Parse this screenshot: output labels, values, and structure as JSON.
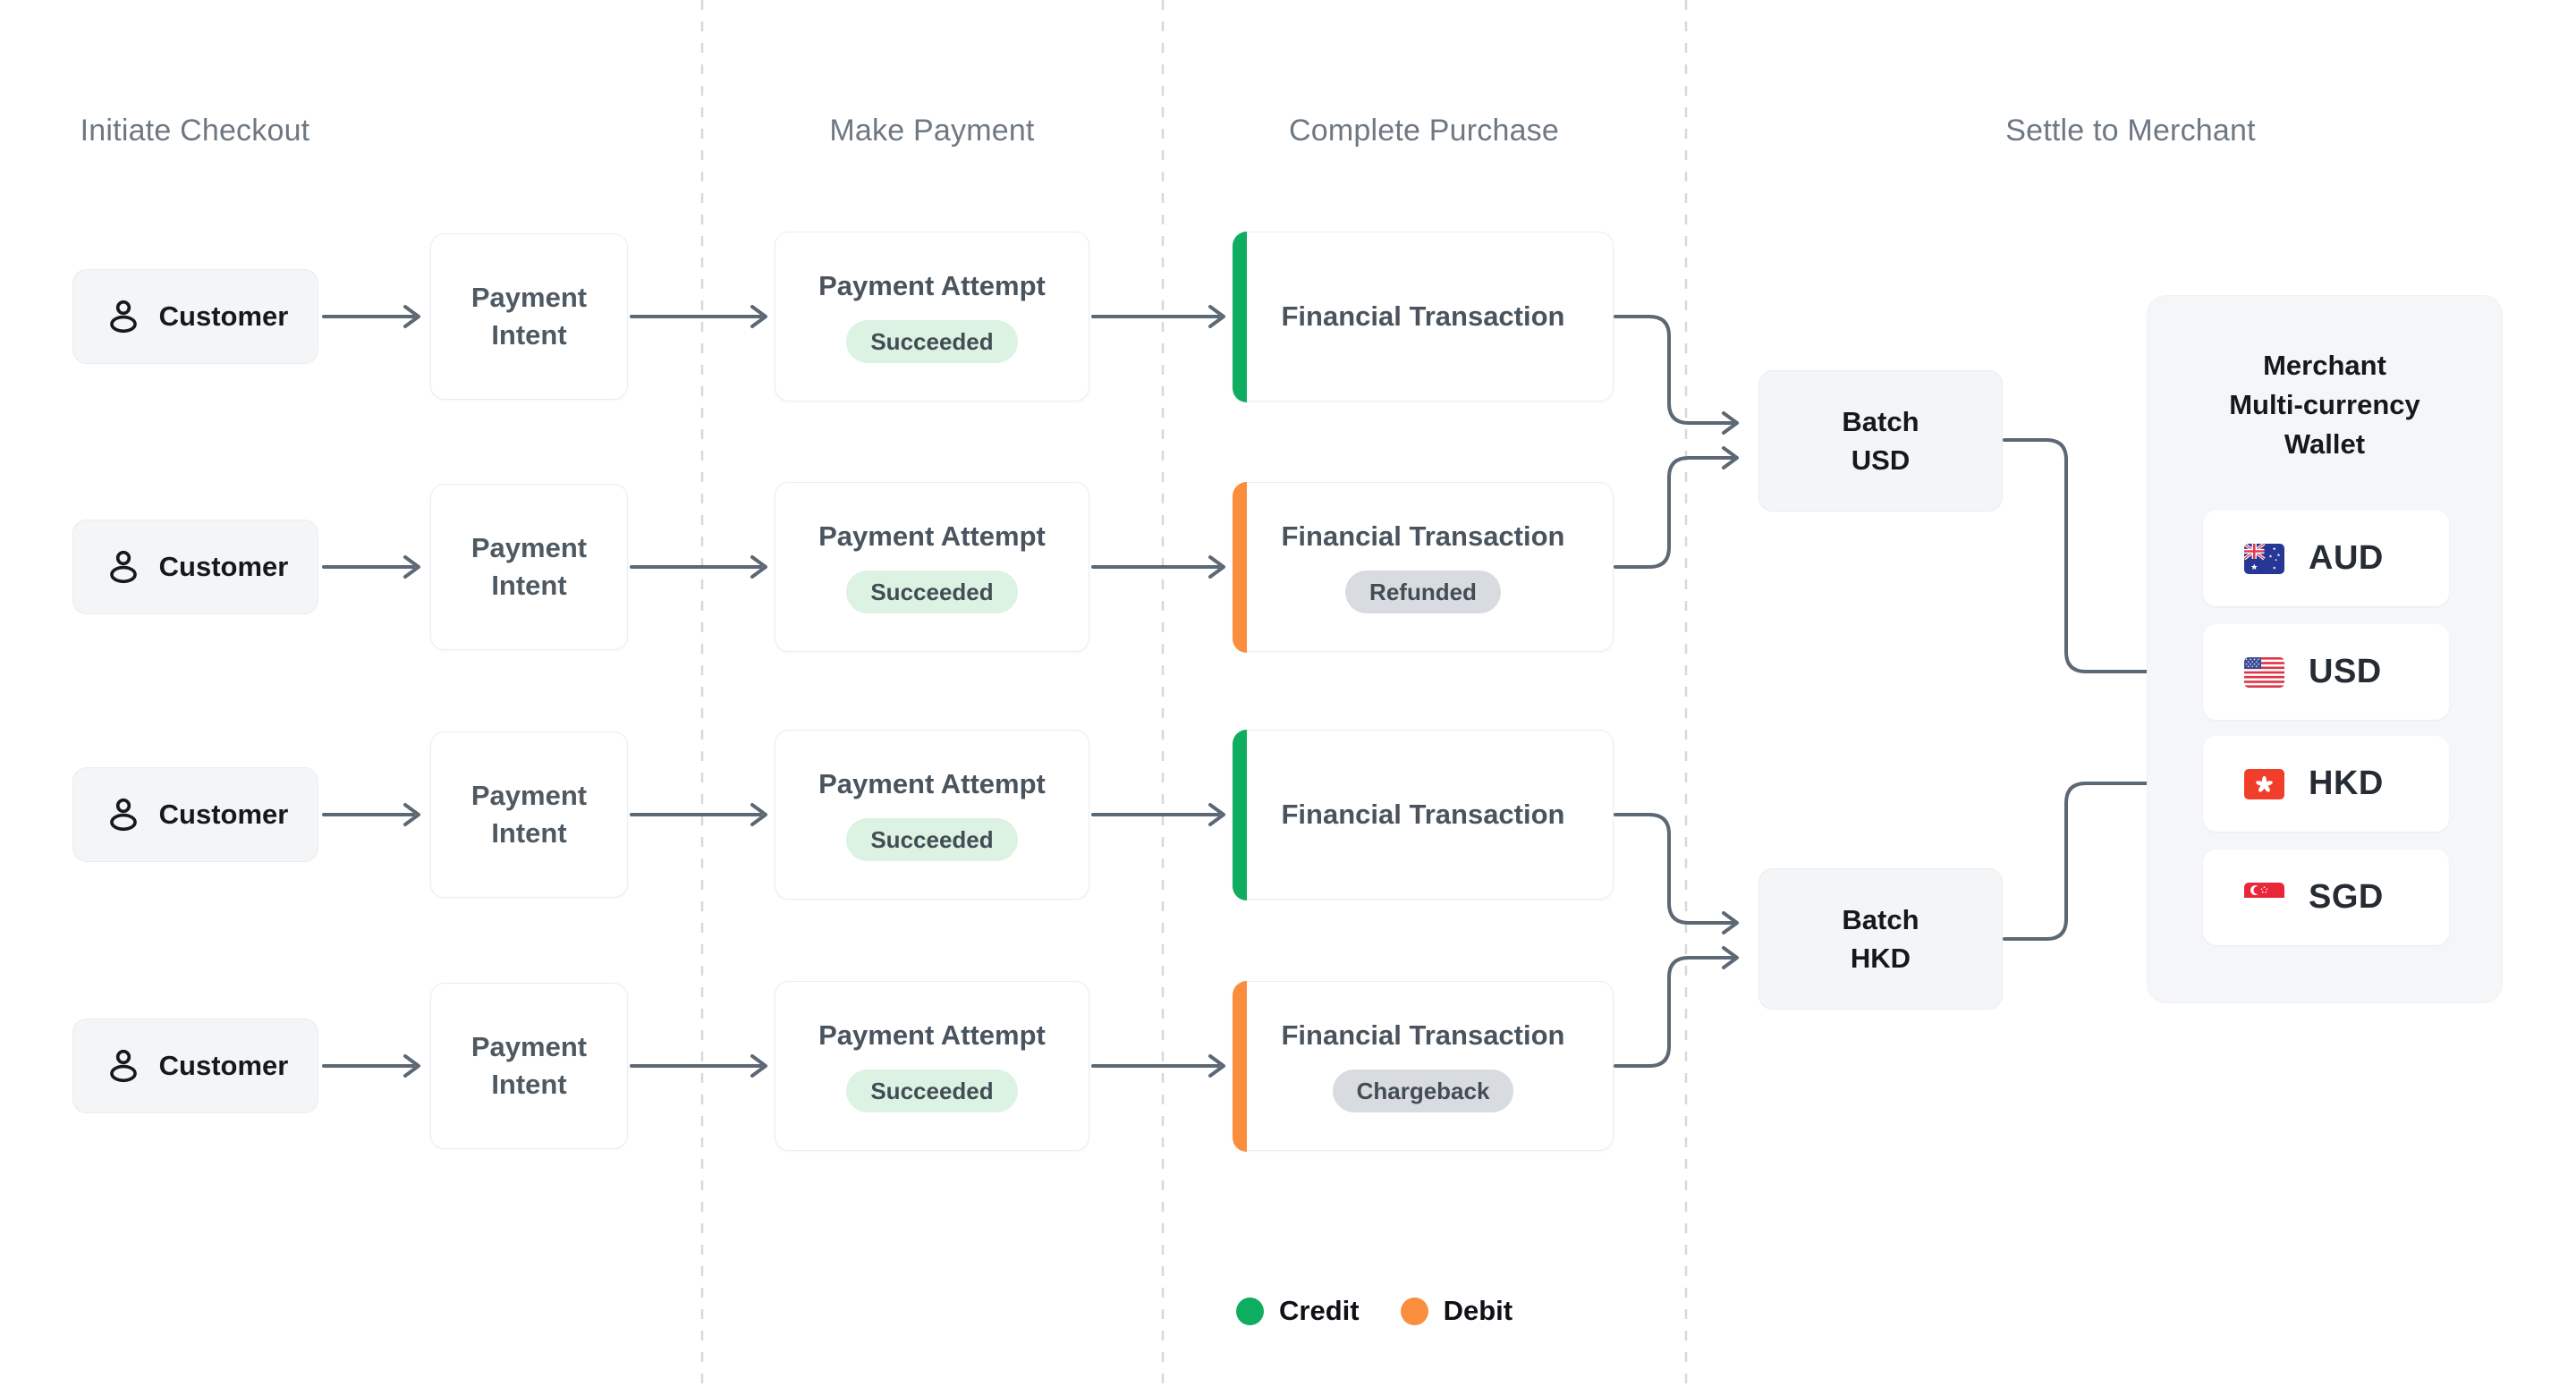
{
  "columns": [
    "Initiate Checkout",
    "Make Payment",
    "Complete Purchase",
    "Settle to Merchant"
  ],
  "colors": {
    "credit": "#0FAD5F",
    "debit": "#FA8E3D",
    "connector": "#5C6873"
  },
  "icons": {
    "customer": "person-outline-icon",
    "aud": "australia-flag-icon",
    "usd": "united-states-flag-icon",
    "hkd": "hong-kong-flag-icon",
    "sgd": "singapore-flag-icon"
  },
  "rows": [
    {
      "customer": "Customer",
      "intent": "Payment Intent",
      "attempt": "Payment Attempt",
      "attempt_status": "Succeeded",
      "transaction": "Financial Transaction",
      "transaction_status": "",
      "flow": "credit"
    },
    {
      "customer": "Customer",
      "intent": "Payment Intent",
      "attempt": "Payment Attempt",
      "attempt_status": "Succeeded",
      "transaction": "Financial Transaction",
      "transaction_status": "Refunded",
      "flow": "debit"
    },
    {
      "customer": "Customer",
      "intent": "Payment Intent",
      "attempt": "Payment Attempt",
      "attempt_status": "Succeeded",
      "transaction": "Financial Transaction",
      "transaction_status": "",
      "flow": "credit"
    },
    {
      "customer": "Customer",
      "intent": "Payment Intent",
      "attempt": "Payment Attempt",
      "attempt_status": "Succeeded",
      "transaction": "Financial Transaction",
      "transaction_status": "Chargeback",
      "flow": "debit"
    }
  ],
  "batches": [
    {
      "line1": "Batch",
      "line2": "USD"
    },
    {
      "line1": "Batch",
      "line2": "HKD"
    }
  ],
  "wallet": {
    "title_line1": "Merchant",
    "title_line2": "Multi-currency",
    "title_line3": "Wallet",
    "currencies": [
      {
        "code": "AUD"
      },
      {
        "code": "USD"
      },
      {
        "code": "HKD"
      },
      {
        "code": "SGD"
      }
    ]
  },
  "legend": [
    {
      "label": "Credit"
    },
    {
      "label": "Debit"
    }
  ]
}
